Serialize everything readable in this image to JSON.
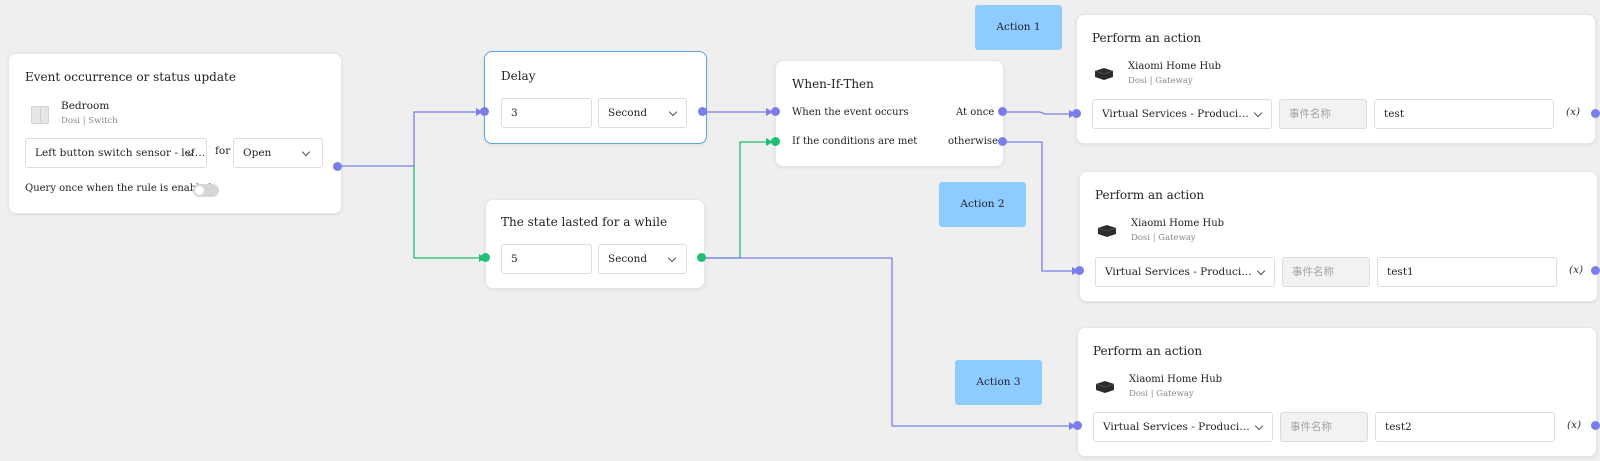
{
  "trigger": {
    "title": "Event occurrence or status update",
    "device_name": "Bedroom",
    "device_sub": "Dosi | Switch",
    "sensor_select": "Left button switch sensor - left b...",
    "for_label": "for",
    "state_select": "Open",
    "query_label": "Query once when the rule is enabled"
  },
  "delay": {
    "title": "Delay",
    "value": "3",
    "unit": "Second"
  },
  "lasted": {
    "title": "The state lasted for a while",
    "value": "5",
    "unit": "Second"
  },
  "condition": {
    "title": "When-If-Then",
    "event_label": "When the event occurs",
    "cond_label": "If the conditions are met",
    "at_once": "At once",
    "otherwise": "otherwise"
  },
  "tags": [
    "Action 1",
    "Action 2",
    "Action 3"
  ],
  "actions": [
    {
      "title": "Perform an action",
      "device": "Xiaomi Home Hub",
      "sub": "Dosi | Gateway",
      "service": "Virtual Services - Producing Virt...",
      "event_placeholder": "事件名称",
      "value": "test",
      "var": "(x)"
    },
    {
      "title": "Perform an action",
      "device": "Xiaomi Home Hub",
      "sub": "Dosi | Gateway",
      "service": "Virtual Services - Producing Virt...",
      "event_placeholder": "事件名称",
      "value": "test1",
      "var": "(x)"
    },
    {
      "title": "Perform an action",
      "device": "Xiaomi Home Hub",
      "sub": "Dosi | Gateway",
      "service": "Virtual Services - Producing Virt...",
      "event_placeholder": "事件名称",
      "value": "test2",
      "var": "(x)"
    }
  ],
  "colors": {
    "blue_wire": "#7b7ee8",
    "green_wire": "#1fbf74",
    "tag": "#8ecbff",
    "selected_border": "#5aa6e8"
  }
}
